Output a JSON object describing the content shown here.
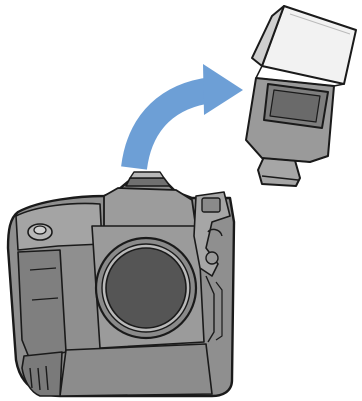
{
  "figure": {
    "name": "camera-flash-mounting-illustration",
    "elements": [
      "camera-body",
      "lens-mount",
      "accessory-shoe",
      "flash-unit",
      "flash-head",
      "flash-foot",
      "mount-arrow"
    ]
  },
  "colors": {
    "background": "#ffffff",
    "outline": "#1a1a1a",
    "body_gray": "#8f8f8f",
    "body_light": "#b4b4b4",
    "body_dark": "#6e6e6e",
    "lens_mount_dark": "#555555",
    "flash_head_front": "#f4f4f4",
    "flash_window": "#8a8a8a",
    "arrow_blue": "#6d9fd6"
  }
}
